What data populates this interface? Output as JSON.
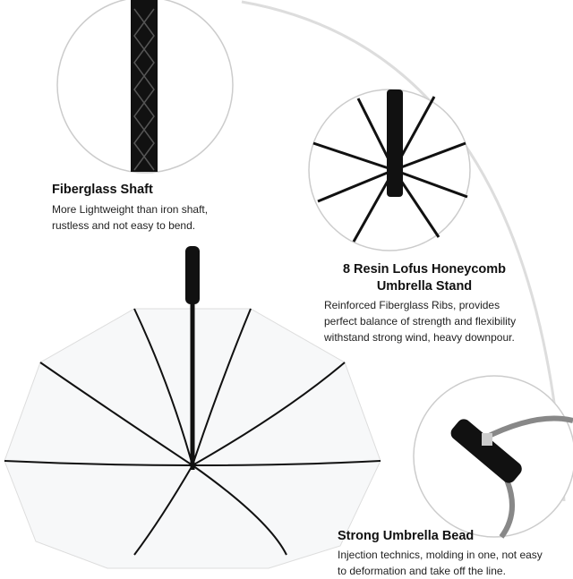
{
  "features": [
    {
      "title": "Fiberglass Shaft",
      "description": [
        "More Lightweight than iron shaft,",
        "rustless and not easy to bend."
      ]
    },
    {
      "title": [
        "8 Resin Lofus Honeycomb",
        "Umbrella Stand"
      ],
      "description": [
        "Reinforced Fiberglass Ribs, provides",
        "perfect balance of strength and flexibility",
        "withstand strong wind, heavy downpour."
      ]
    },
    {
      "title": "Strong Umbrella Bead",
      "description": [
        "Injection technics, molding in one, not easy",
        "to deformation and take off the line."
      ]
    }
  ]
}
